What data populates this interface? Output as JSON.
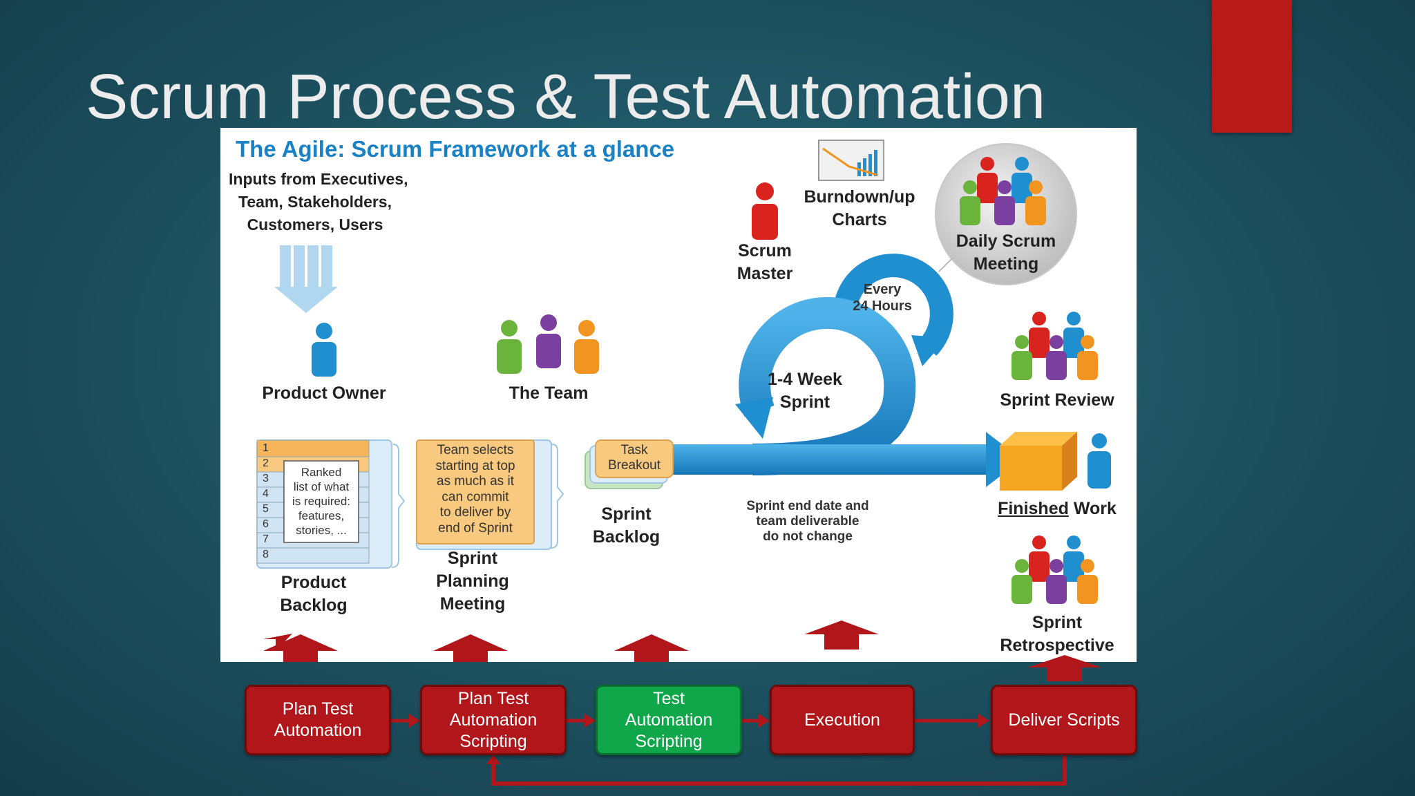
{
  "slide": {
    "title": "Scrum Process & Test Automation"
  },
  "diagram": {
    "title": "The Agile: Scrum Framework at a glance",
    "inputs": "Inputs from Executives,\nTeam, Stakeholders,\nCustomers, Users",
    "product_owner": "Product Owner",
    "the_team": "The Team",
    "scrum_master": "Scrum\nMaster",
    "burndown": "Burndown/up\nCharts",
    "daily_scrum": "Daily Scrum\nMeeting",
    "every_24": "Every\n24 Hours",
    "sprint_cycle": "1-4 Week\nSprint",
    "sprint_review": "Sprint Review",
    "finished_work_1": "Finished",
    "finished_work_2": " Work",
    "sprint_retrospective": "Sprint\nRetrospective",
    "product_backlog": "Product\nBacklog",
    "backlog_note": "Ranked\nlist of what\nis required:\nfeatures,\nstories, ...",
    "backlog_numbers": [
      "1",
      "2",
      "3",
      "4",
      "5",
      "6",
      "7",
      "8"
    ],
    "planning_note": "Team selects\nstarting at top\nas much as it\ncan commit\nto deliver by\nend of Sprint",
    "sprint_planning": "Sprint\nPlanning\nMeeting",
    "task_breakout": "Task\nBreakout",
    "sprint_backlog": "Sprint\nBacklog",
    "sprint_end_note": "Sprint end date and\nteam deliverable\ndo not change"
  },
  "flow": {
    "steps": [
      "Plan Test\nAutomation",
      "Plan Test\nAutomation\nScripting",
      "Test\nAutomation\nScripting",
      "Execution",
      "Deliver Scripts"
    ]
  },
  "colors": {
    "accent": "#b81a1a",
    "flow_red": "#b0161a",
    "flow_green": "#10a64a",
    "cycle_blue": "#1f8fd0"
  }
}
